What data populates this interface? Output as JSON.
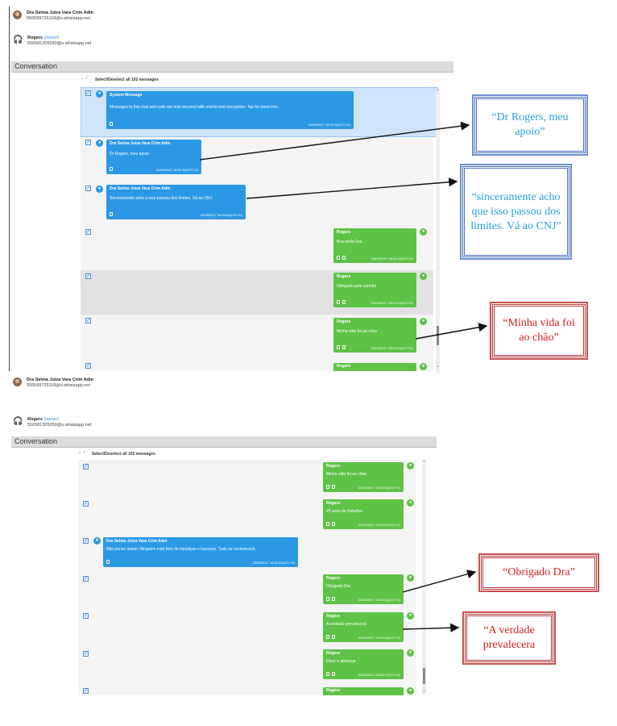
{
  "top": {
    "participants": [
      {
        "name": "Dra Selma Juiza Vara Crim Adm",
        "jid": "556599725118@s.whatsapp.net",
        "owner": ""
      },
      {
        "name": "Rogers",
        "owner": "(owner)",
        "jid": "556581305050@s.whatsapp.net"
      }
    ],
    "conversation_label": "Conversation",
    "select_all": "Select/Deselect all 102 messages",
    "messages": [
      {
        "sender": "System Message",
        "text": "Messages to this chat and calls are now secured with end-to-end encryption. Tap for more info.",
        "time": "20/09/2017 18:31:54(UTC+0)",
        "side": "left"
      },
      {
        "sender": "Dra Selma Juiza Vara Crim Adm",
        "text": "Dr Rogers, meu apoio.",
        "time": "20/09/2017 18:31:55(UTC+0)",
        "side": "left"
      },
      {
        "sender": "Dra Selma Juiza Vara Crim Adm",
        "text": "Sinceramente acho q isso passou dos limites. Vá ao CNJ.",
        "time": "20/09/2017 18:32:44(UTC+0)",
        "side": "left"
      },
      {
        "sender": "Rogers",
        "text": "Boa tarde Dra",
        "time": "20/09/2017 18:52:14(UTC+0)",
        "side": "right"
      },
      {
        "sender": "Rogers",
        "text": "Obrigado pelo carinho",
        "time": "20/09/2017 18:52:23(UTC+0)",
        "side": "right"
      },
      {
        "sender": "Rogers",
        "text": "Minha vida foi ao chao",
        "time": "20/09/2017 18:52:30(UTC+0)",
        "side": "right"
      },
      {
        "sender": "Rogers",
        "text": "",
        "time": "",
        "side": "right"
      }
    ]
  },
  "bottom": {
    "participants": [
      {
        "name": "Dra Selma Juiza Vara Crim Adm",
        "jid": "556599725118@s.whatsapp.net",
        "owner": ""
      },
      {
        "name": "Rogers",
        "owner": "(owner)",
        "jid": "556581305050@s.whatsapp.net"
      }
    ],
    "conversation_label": "Conversation",
    "select_all": "Select/Deselect all 102 messages",
    "messages": [
      {
        "sender": "Rogers",
        "text": "Minha vida foi ao chao",
        "time": "20/09/2017 18:52:30(UTC+0)",
        "side": "right"
      },
      {
        "sender": "Rogers",
        "text": "25 anos de trabalho.",
        "time": "20/09/2017 18:52:57(UTC+0)",
        "side": "right"
      },
      {
        "sender": "Dra Selma Juiza Vara Crim Adm",
        "text": "Não pense assim. Ninguém está livre de injustiças e loucuras. Tudo se esclarecerá.",
        "time": "20/09/2017 19:01:02(UTC+0)",
        "side": "left"
      },
      {
        "sender": "Rogers",
        "text": "Obrigado Dra",
        "time": "20/09/2017 19:04:40(UTC+0)",
        "side": "right"
      },
      {
        "sender": "Rogers",
        "text": "A verdade prevalecerá",
        "time": "20/09/2017 19:04:48(UTC+0)",
        "side": "right"
      },
      {
        "sender": "Rogers",
        "text": "Deus a abençoe",
        "time": "20/09/2017 20:05:17(UTC+0)",
        "side": "right"
      },
      {
        "sender": "Rogers",
        "text": "",
        "time": "",
        "side": "right"
      }
    ]
  },
  "callouts": {
    "c1": "“Dr Rogers, meu apoio”",
    "c2": "“sinceramente acho que isso passou dos limites. Vá ao CNJ”",
    "c3": "“Minha vida foi ao chão”",
    "c4": "“Obrigado Dra”",
    "c5": "“A verdade prevalecera"
  },
  "icons": {
    "check": "check-icon",
    "avatar": "user-avatar-icon",
    "headset": "headset-icon",
    "attachment": "attachment-icon",
    "chevron_up": "chevron-up-icon",
    "chevron_down": "chevron-down-icon"
  },
  "colors": {
    "blue_bubble": "#2b98e6",
    "green_bubble": "#5dc246",
    "callout_blue": "#2a9fd8",
    "callout_red": "#d42020"
  }
}
